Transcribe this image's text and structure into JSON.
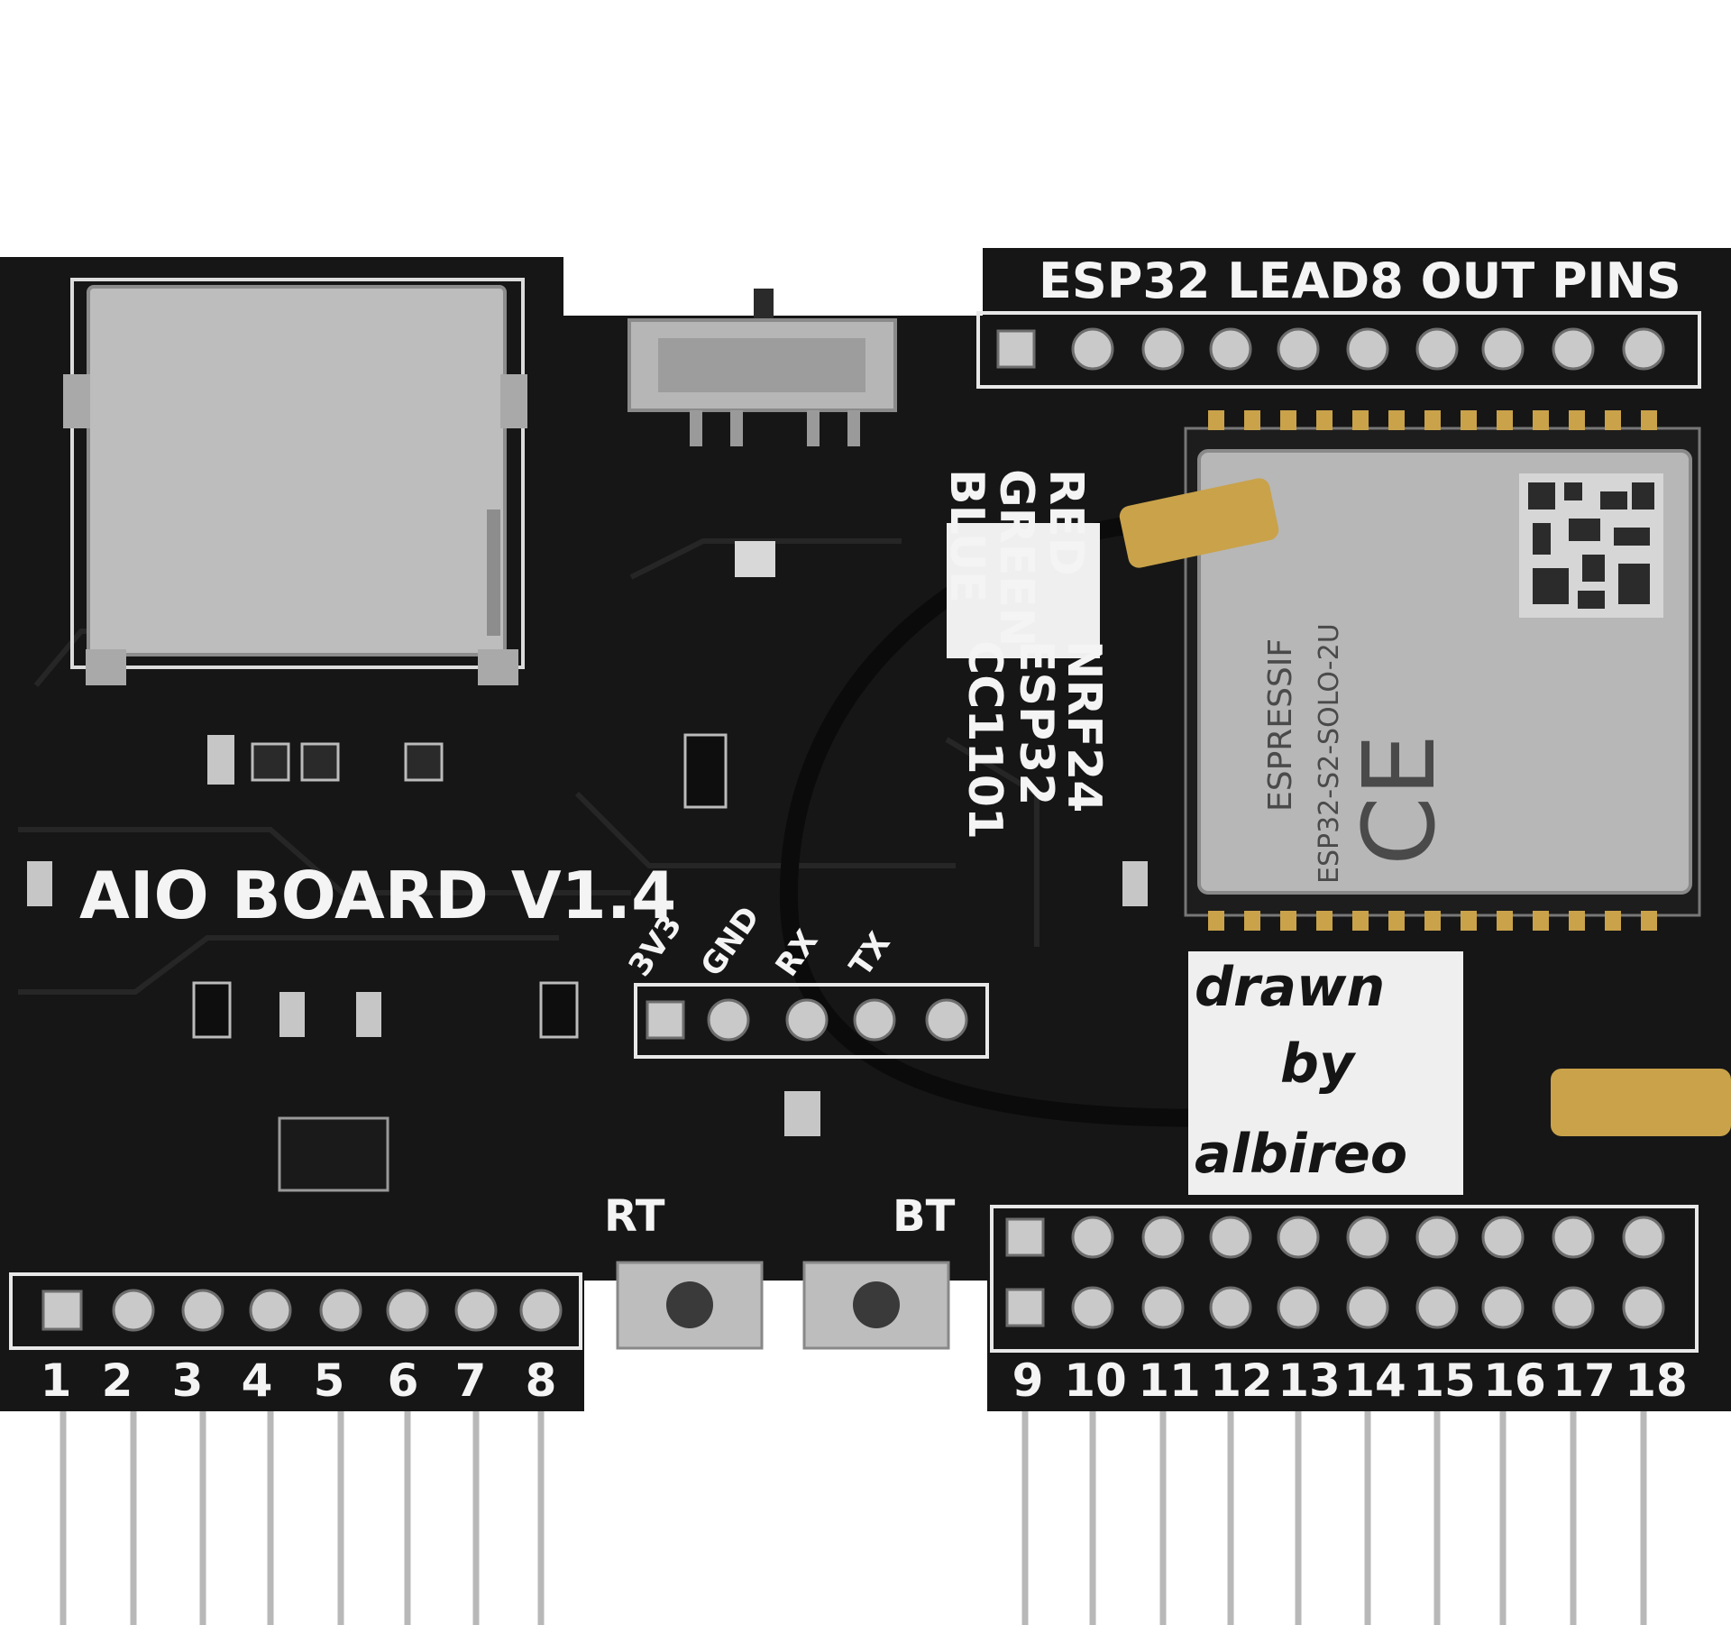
{
  "board": {
    "name": "AIO BOARD V1.4",
    "header_title": "ESP32 LEAD8 OUT PINS",
    "led_labels": [
      "RED",
      "GREEN",
      "BLUE"
    ],
    "module_labels": [
      "NRF24",
      "ESP32",
      "CC1101"
    ],
    "uart_labels": [
      "3V3",
      "GND",
      "RX",
      "TX"
    ],
    "button_labels": [
      "RT",
      "BT"
    ],
    "credit_lines": [
      "drawn",
      "by",
      "albireo"
    ],
    "left_pin_numbers": [
      "1",
      "2",
      "3",
      "4",
      "5",
      "6",
      "7",
      "8"
    ],
    "right_pin_numbers": [
      "9",
      "10",
      "11",
      "12",
      "13",
      "14",
      "15",
      "16",
      "17",
      "18"
    ],
    "module_brand": "ESPRESSIF",
    "module_model": "ESP32-S2-SOLO-2U",
    "ce_mark": "CE"
  },
  "colors": {
    "pcb": "#161616",
    "silkscreen": "#f4f4f4",
    "shield": "#b7b7b7",
    "gold": "#c9a24a",
    "background": "#ffffff"
  },
  "icons": {
    "sd_slot": "sd-card-slot-icon",
    "switch": "slide-switch-icon",
    "antenna": "antenna-cable-icon",
    "button": "tactile-button-icon"
  }
}
